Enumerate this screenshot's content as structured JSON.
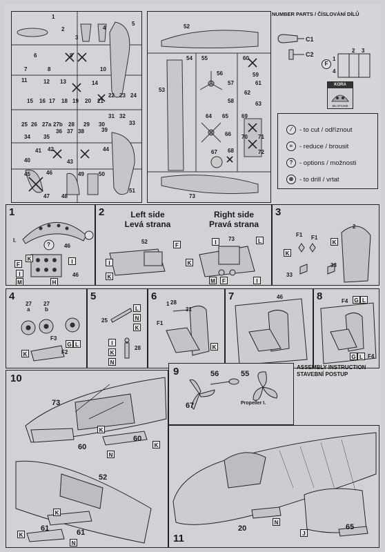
{
  "header": {
    "number_parts": "NUMBER PARTS / ČÍSLOVÁNÍ DÍLŮ"
  },
  "parts_legend": {
    "c1": "C1",
    "c2": "C2",
    "f_sprue": "F",
    "f_parts": [
      "1",
      "2",
      "3",
      "4"
    ],
    "kora_badge": "KORA",
    "kora_code": "Mo 8T1090"
  },
  "legend": {
    "items": [
      {
        "symbol": "cut",
        "text": "- to cut / odříznout"
      },
      {
        "symbol": "reduce",
        "text": "- reduce / brousit"
      },
      {
        "symbol": "options",
        "text": "- options / možnosti"
      },
      {
        "symbol": "drill",
        "text": "- to drill / vrtat"
      }
    ],
    "options_glyph": "?"
  },
  "sprue_left": {
    "labels": [
      "1",
      "2",
      "3",
      "4",
      "5",
      "6",
      "7",
      "8",
      "9",
      "10",
      "11",
      "12",
      "13",
      "14",
      "15",
      "16",
      "17",
      "18",
      "19",
      "20",
      "21",
      "22",
      "23",
      "24",
      "25",
      "26",
      "27a",
      "27b",
      "28",
      "29",
      "30",
      "31",
      "32",
      "33",
      "34",
      "35",
      "36",
      "37",
      "38",
      "39",
      "40",
      "41",
      "42",
      "43",
      "44",
      "45",
      "46",
      "47",
      "48",
      "49",
      "50",
      "51"
    ]
  },
  "sprue_right": {
    "labels": [
      "52",
      "53",
      "54",
      "55",
      "56",
      "57",
      "58",
      "59",
      "60",
      "61",
      "62",
      "63",
      "64",
      "65",
      "66",
      "67",
      "68",
      "69",
      "70",
      "71",
      "72",
      "73"
    ]
  },
  "steps": {
    "s1": {
      "num": "1",
      "parts": [
        "46",
        "46",
        "I",
        "K",
        "F",
        "H",
        "M",
        "I",
        "I."
      ],
      "option": "?"
    },
    "s2": {
      "num": "2",
      "left_side": "Left side",
      "leva_strana": "Levá strana",
      "right_side": "Right side",
      "prava_strana": "Pravá strana",
      "parts": [
        "52",
        "73",
        "F",
        "I",
        "K",
        "I",
        "L",
        "K",
        "M",
        "F",
        "I"
      ]
    },
    "s3": {
      "num": "3",
      "parts": [
        "2",
        "F1",
        "F1",
        "K",
        "K",
        "33",
        "33"
      ]
    },
    "s4": {
      "num": "4",
      "parts": [
        "27",
        "a",
        "27",
        "b",
        "F3",
        "G",
        "L",
        "K",
        "F2"
      ]
    },
    "s5": {
      "num": "5",
      "parts": [
        "25",
        "L",
        "N",
        "K",
        "I",
        "K",
        "N",
        "28"
      ]
    },
    "s6": {
      "num": "6",
      "parts": [
        "28",
        "31",
        "F1",
        "K",
        "1"
      ]
    },
    "s7": {
      "num": "7",
      "parts": [
        "46"
      ]
    },
    "s8": {
      "num": "8",
      "parts": [
        "F4",
        "G",
        "L",
        "G",
        "L",
        "F4"
      ]
    },
    "s10": {
      "num": "10",
      "parts": [
        "73",
        "K",
        "60",
        "60",
        "K",
        "N",
        "52",
        "K",
        "K",
        "61",
        "61",
        "N"
      ]
    },
    "s9": {
      "num": "9",
      "parts": [
        "56",
        "55",
        "67",
        "Propeller I."
      ]
    },
    "assembly": {
      "line1": "ASSEMBLY INSTRUCTION",
      "line2": "STAVEBNÍ POSTUP"
    },
    "s11": {
      "num": "11",
      "parts": [
        "20",
        "N",
        "J",
        "65"
      ]
    }
  }
}
